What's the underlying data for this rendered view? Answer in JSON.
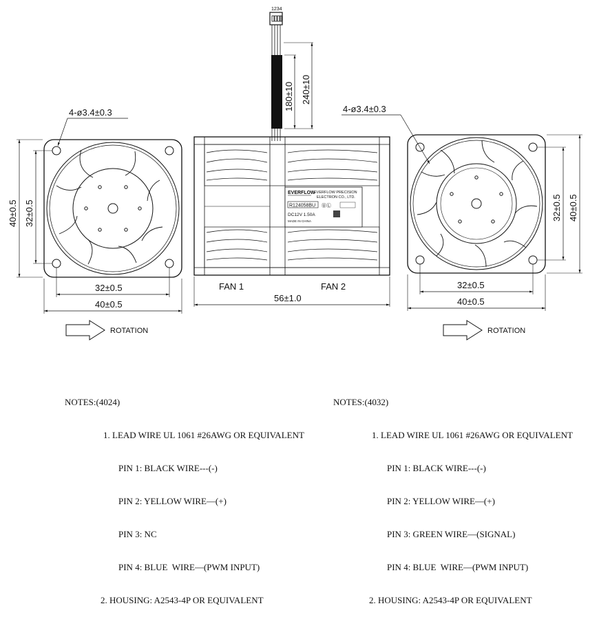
{
  "connector": {
    "pins": "1234"
  },
  "wire": {
    "dim_short": "180±10",
    "dim_long": "240±10"
  },
  "left_fan": {
    "hole_callout": "4-ø3.4±0.3",
    "dim_inner_v": "32±0.5",
    "dim_outer_v": "40±0.5",
    "dim_inner_h": "32±0.5",
    "dim_outer_h": "40±0.5",
    "rotation_label": "ROTATION"
  },
  "right_fan": {
    "hole_callout": "4-ø3.4±0.3",
    "dim_inner_v": "32±0.5",
    "dim_outer_v": "40±0.5",
    "dim_inner_h": "32±0.5",
    "dim_outer_h": "40±0.5",
    "rotation_label": "ROTATION"
  },
  "side_view": {
    "fan1_label": "FAN  1",
    "fan2_label": "FAN  2",
    "width_dim": "56±1.0",
    "sticker": {
      "brand": "EVERFLOW",
      "company_line1": "EVERFLOW PRECISION",
      "company_line2": "ELECTRON CO., LTD.",
      "model": "R124058BU",
      "rating": "DC12V  1.50A",
      "origin": "MADE IN CHINA"
    }
  },
  "notes_left": {
    "heading": "NOTES:(4024)",
    "item1": "1. LEAD WIRE UL 1061 #26AWG OR EQUIVALENT",
    "pin1": "PIN 1: BLACK WIRE---(-)",
    "pin2": "PIN 2: YELLOW WIRE—(+)",
    "pin3": "PIN 3: NC",
    "pin4": "PIN 4: BLUE  WIRE—(PWM INPUT)",
    "item2": "2. HOUSING: A2543-4P OR EQUIVALENT"
  },
  "notes_right": {
    "heading": "NOTES:(4032)",
    "item1": "1. LEAD WIRE UL 1061 #26AWG OR EQUIVALENT",
    "pin1": "PIN 1: BLACK WIRE---(-)",
    "pin2": "PIN 2: YELLOW WIRE—(+)",
    "pin3": "PIN 3: GREEN WIRE—(SIGNAL)",
    "pin4": "PIN 4: BLUE  WIRE—(PWM INPUT)",
    "item2": "2. HOUSING: A2543-4P OR EQUIVALENT"
  }
}
